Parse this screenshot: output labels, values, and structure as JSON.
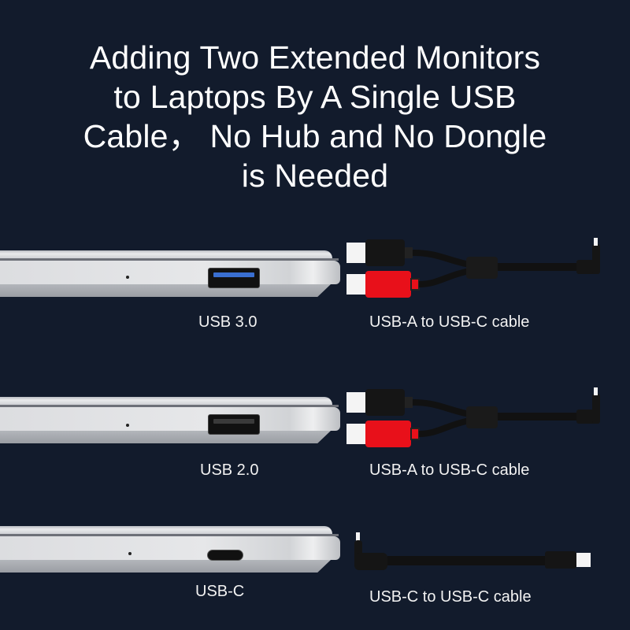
{
  "headline": {
    "lines": [
      "Adding Two Extended Monitors",
      "to Laptops By A Single USB",
      "Cable， No Hub and No Dongle",
      "is Needed"
    ]
  },
  "rows": [
    {
      "port_label": "USB 3.0",
      "port_type": "usb-a-3.0",
      "port_tongue_color": "#3a6fd0",
      "cable_label": "USB-A to USB-C cable",
      "cable_icon": "y-cable-usb-a-to-usb-c-icon"
    },
    {
      "port_label": "USB 2.0",
      "port_type": "usb-a-2.0",
      "port_tongue_color": "#3a3a3a",
      "cable_label": "USB-A to USB-C cable",
      "cable_icon": "y-cable-usb-a-to-usb-c-icon"
    },
    {
      "port_label": "USB-C",
      "port_type": "usb-c",
      "cable_label": "USB-C to USB-C cable",
      "cable_icon": "usb-c-to-usb-c-cable-icon"
    }
  ],
  "colors": {
    "background": "#121b2c",
    "text": "#ffffff",
    "red_connector": "#e8101a",
    "black_connector": "#111111"
  }
}
